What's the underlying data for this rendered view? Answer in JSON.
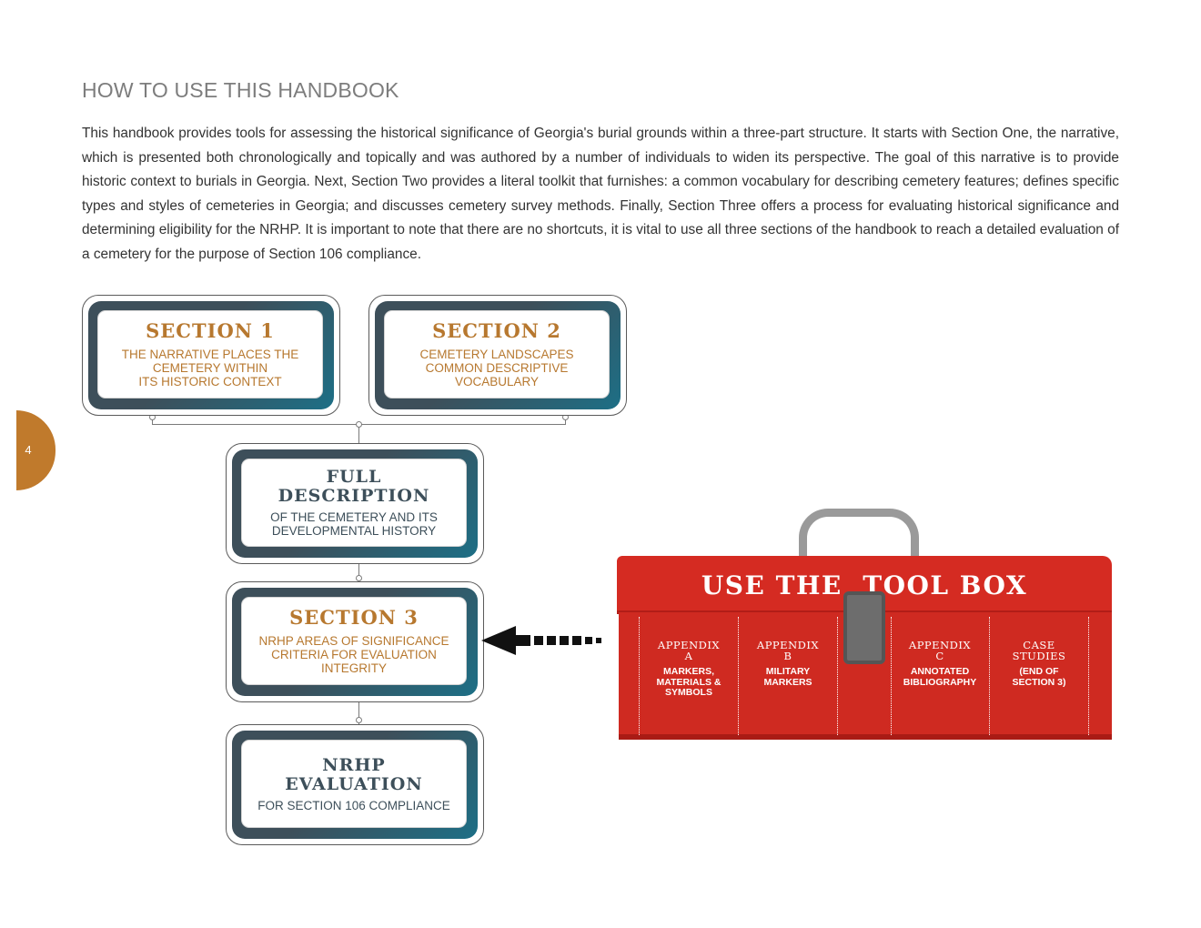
{
  "page": {
    "title": "HOW TO USE THIS HANDBOOK",
    "intro": "This handbook provides tools for assessing the historical significance of Georgia's burial grounds within a three-part structure. It starts with Section One, the narrative, which is presented both chronologically and topically and was authored by a number of individuals to widen its perspective. The goal of this narrative is to provide historic context to burials in Georgia. Next, Section Two provides a literal toolkit that furnishes: a common vocabulary for describing cemetery features; defines specific types and styles of cemeteries in Georgia; and discusses cemetery survey methods. Finally, Section Three offers a process for evaluating historical significance and determining eligibility for the NRHP. It is important to note that there are no shortcuts, it is vital to use all three sections of the handbook to reach a detailed evaluation of a cemetery for the purpose of Section 106 compliance.",
    "page_number": "4"
  },
  "flow": {
    "section1": {
      "title": "SECTION 1",
      "subtitle": "THE NARRATIVE PLACES THE\nCEMETERY WITHIN\nITS HISTORIC CONTEXT"
    },
    "section2": {
      "title": "SECTION 2",
      "subtitle": "CEMETERY LANDSCAPES\nCOMMON DESCRIPTIVE\nVOCABULARY"
    },
    "full_description": {
      "title": "FULL\nDESCRIPTION",
      "subtitle": "OF THE CEMETERY AND ITS\nDEVELOPMENTAL HISTORY"
    },
    "section3": {
      "title": "SECTION 3",
      "subtitle": "NRHP AREAS OF SIGNIFICANCE\nCRITERIA FOR EVALUATION\nINTEGRITY"
    },
    "nrhp_evaluation": {
      "title": "NRHP\nEVALUATION",
      "subtitle": "FOR SECTION 106 COMPLIANCE"
    }
  },
  "toolbox": {
    "title": "USE THE  TOOL BOX",
    "items": [
      {
        "head": "APPENDIX\nA",
        "sub": "MARKERS,\nMATERIALS &\nSYMBOLS"
      },
      {
        "head": "APPENDIX\nB",
        "sub": "MILITARY\nMARKERS"
      },
      {
        "head": "APPENDIX\nC",
        "sub": "ANNOTATED\nBIBLIOGRAPHY"
      },
      {
        "head": "CASE\nSTUDIES",
        "sub": "(END OF\nSECTION 3)"
      }
    ]
  },
  "colors": {
    "accent": "#c07a2c",
    "frame_dark": "#3d4f5a",
    "frame_teal": "#1d6f86",
    "toolbox_red": "#d52b22"
  }
}
